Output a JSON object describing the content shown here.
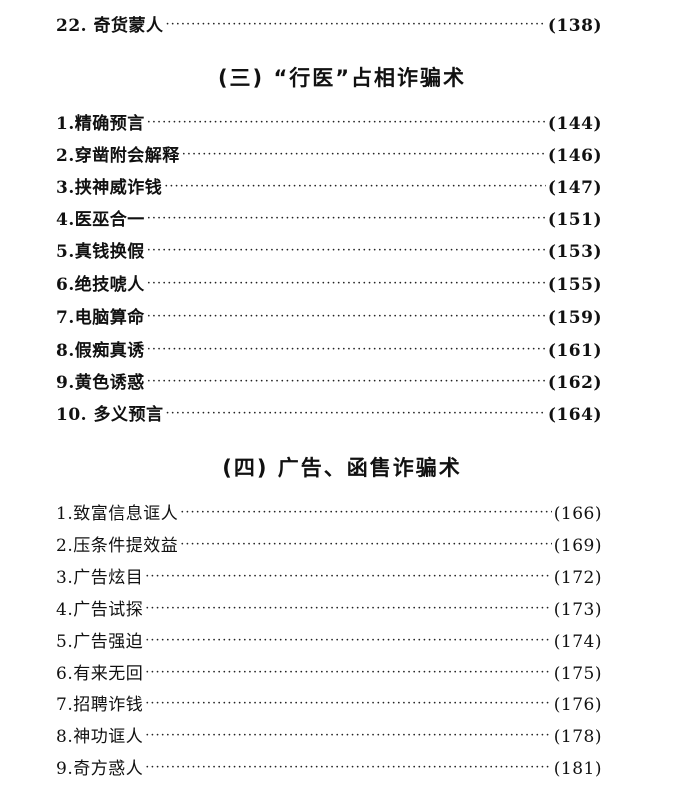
{
  "top_entry": {
    "title": "22. 奇货蒙人",
    "page": "(138)"
  },
  "sections": [
    {
      "heading": "(三) “行医”占相诈骗术",
      "entries": [
        {
          "title": "1.精确预言",
          "page": "(144)"
        },
        {
          "title": "2.穿凿附会解释",
          "page": "(146)"
        },
        {
          "title": "3.挟神威诈钱",
          "page": "(147)"
        },
        {
          "title": "4.医巫合一",
          "page": "(151)"
        },
        {
          "title": "5.真钱换假",
          "page": "(153)"
        },
        {
          "title": "6.绝技唬人",
          "page": "(155)"
        },
        {
          "title": "7.电脑算命",
          "page": "(159)"
        },
        {
          "title": "8.假痴真诱",
          "page": "(161)"
        },
        {
          "title": "9.黄色诱惑",
          "page": "(162)"
        },
        {
          "title": "10. 多义预言",
          "page": "(164)"
        }
      ]
    },
    {
      "heading": "(四) 广告、函售诈骗术",
      "entries": [
        {
          "title": "1.致富信息诓人",
          "page": "(166)"
        },
        {
          "title": "2.压条件提效益",
          "page": "(169)"
        },
        {
          "title": "3.广告炫目",
          "page": "(172)"
        },
        {
          "title": "4.广告试探",
          "page": "(173)"
        },
        {
          "title": "5.广告强迫",
          "page": "(174)"
        },
        {
          "title": "6.有来无回",
          "page": "(175)"
        },
        {
          "title": "7.招聘诈钱",
          "page": "(176)"
        },
        {
          "title": "8.神功诓人",
          "page": "(178)"
        },
        {
          "title": "9.奇方惑人",
          "page": "(181)"
        }
      ]
    }
  ]
}
